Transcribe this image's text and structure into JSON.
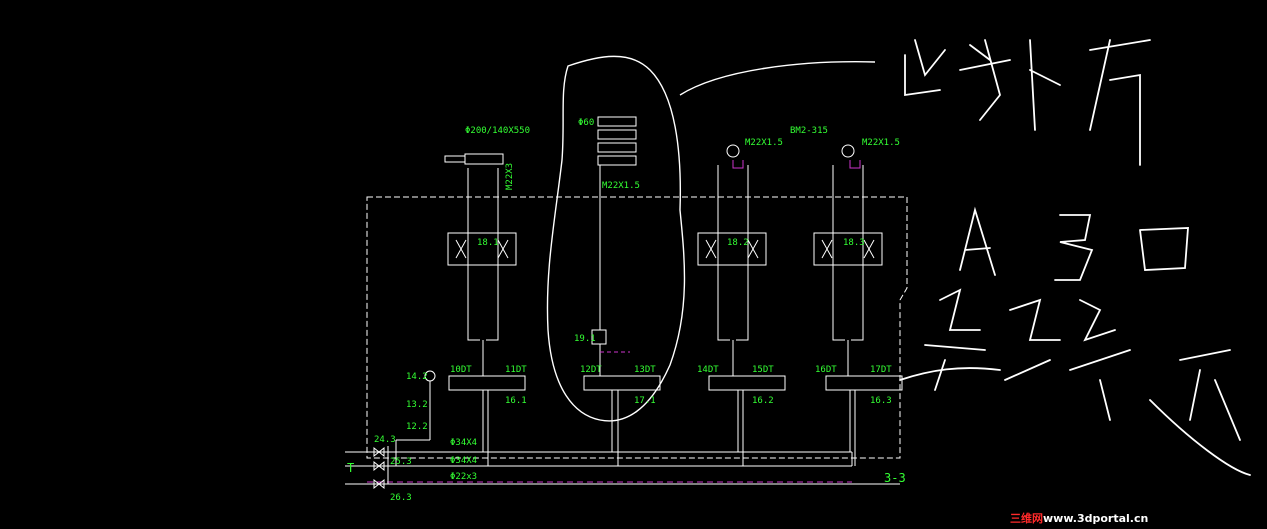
{
  "colors": {
    "background": "#000000",
    "line": "#ffffff",
    "label": "#33ff33",
    "dashed": "#cc33cc",
    "watermark_red": "#ff2a2a",
    "watermark_white": "#ffffff"
  },
  "diagram": {
    "top_labels": {
      "cylinder_1": "Φ200/140X550",
      "cylinder_1_port": "M22X3",
      "motor": "Φ60",
      "motor_port": "M22X1.5",
      "gauge_1_port": "M22X1.5",
      "pump": "BM2-315",
      "gauge_2_port": "M22X1.5"
    },
    "relief_valves": [
      "18.1",
      "18.2",
      "18.3"
    ],
    "check_valve": "19.1",
    "gauge_left": "14.2",
    "filter_13": "13.2",
    "valve_12": "12.2",
    "directional_valves": [
      {
        "left": "10DT",
        "right": "11DT",
        "id": "16.1"
      },
      {
        "left": "12DT",
        "right": "13DT",
        "id": "17.1"
      },
      {
        "left": "14DT",
        "right": "15DT",
        "id": "16.2"
      },
      {
        "left": "16DT",
        "right": "17DT",
        "id": "16.3"
      }
    ],
    "pipes": {
      "p1": "Φ34X4",
      "p2": "Φ34X4",
      "p3": "Φ22x3"
    },
    "ports": {
      "port_243": "24.3",
      "port_253": "25.3",
      "port_263": "26.3",
      "tank": "T"
    },
    "section_label": "3-3"
  },
  "watermark": {
    "part1": "三维网",
    "part2": "www.3dportal.cn"
  }
}
